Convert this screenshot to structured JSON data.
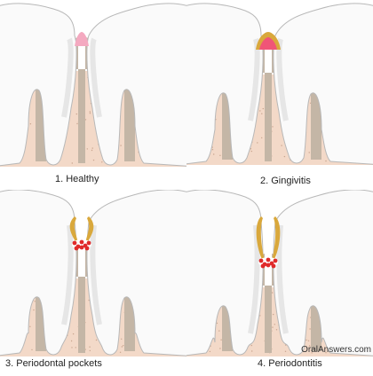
{
  "panels": [
    {
      "caption": "1. Healthy",
      "stage": "healthy"
    },
    {
      "caption": "2. Gingivitis",
      "stage": "gingivitis"
    },
    {
      "caption": "3. Periodontal pockets",
      "stage": "periodontal-pockets"
    },
    {
      "caption": "4. Periodontitis",
      "stage": "periodontitis"
    }
  ],
  "watermark": "OralAnswers.com",
  "colors": {
    "tooth": "#fafafa",
    "tooth_shadow": "#d8d8d8",
    "tooth_outline": "#b8b8b8",
    "bone": "#f3d9c8",
    "bone_dots": "#c9a58f",
    "gum": "#c4b6a6",
    "healthy_gum": "#f4a9c0",
    "inflamed": "#f05577",
    "tartar": "#d9a83c",
    "infection": "#e02a2a"
  }
}
